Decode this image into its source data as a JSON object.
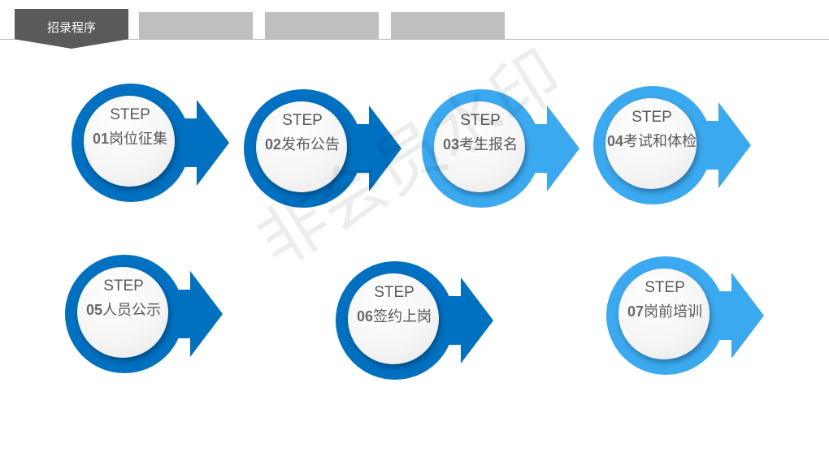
{
  "header": {
    "active_tab": "招录程序",
    "tabs": [
      "",
      "",
      ""
    ]
  },
  "colors": {
    "dark_blue": "#0070c0",
    "light_blue": "#3ba9f0",
    "tab_active": "#5a5a5a",
    "tab_inactive": "#bfbfbf"
  },
  "steps": [
    {
      "label": "STEP",
      "num": "01",
      "title": "岗位征集",
      "color": "dark"
    },
    {
      "label": "STEP",
      "num": "02",
      "title": "发布公告",
      "color": "dark"
    },
    {
      "label": "STEP",
      "num": "03",
      "title": "考生报名",
      "color": "light"
    },
    {
      "label": "STEP",
      "num": "04",
      "title": "考试和体检",
      "color": "light"
    },
    {
      "label": "STEP",
      "num": "05",
      "title": "人员公示",
      "color": "dark"
    },
    {
      "label": "STEP",
      "num": "06",
      "title": "签约上岗",
      "color": "dark"
    },
    {
      "label": "STEP",
      "num": "07",
      "title": "岗前培训",
      "color": "light"
    }
  ],
  "watermark": "非会员水印"
}
